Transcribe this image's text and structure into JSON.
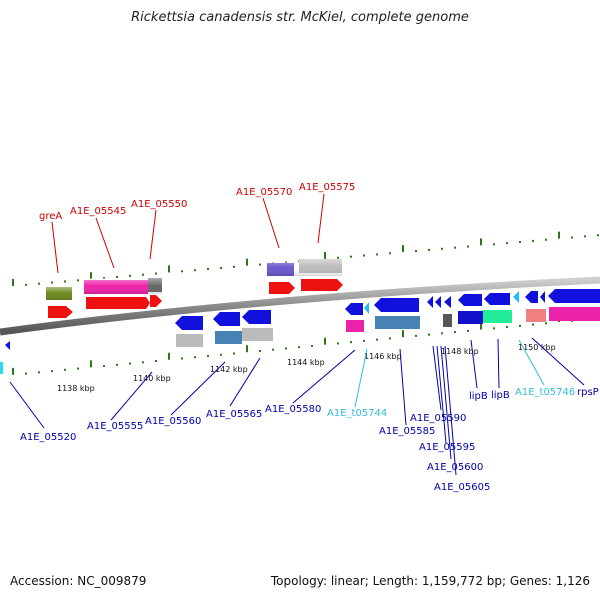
{
  "title": "Rickettsia canadensis str. McKiel, complete genome",
  "footer": {
    "accession": "Accession: NC_009879",
    "summary": "Topology: linear; Length: 1,159,772 bp; Genes: 1,126"
  },
  "ruler_labels": [
    "1138 kbp",
    "1140 kbp",
    "1142 kbp",
    "1144 kbp",
    "1146 kbp",
    "1148 kbp",
    "1150 kbp"
  ],
  "forward_labels": [
    "greA",
    "A1E_05545",
    "A1E_05550",
    "A1E_05570",
    "A1E_05575"
  ],
  "reverse_labels": [
    "A1E_05520",
    "A1E_05555",
    "A1E_05560",
    "A1E_05565",
    "A1E_05580",
    "A1E_t05744",
    "A1E_05585",
    "A1E_05590",
    "A1E_05595",
    "A1E_05600",
    "A1E_05605",
    "lipB",
    "lipB",
    "A1E_t05746",
    "rpsP"
  ],
  "colors": {
    "forward_label": "#cc0000",
    "reverse_label": "#0000aa",
    "trna_label": "#33bbdd",
    "tick": "#2a7a1a",
    "backbone": "#888888"
  }
}
